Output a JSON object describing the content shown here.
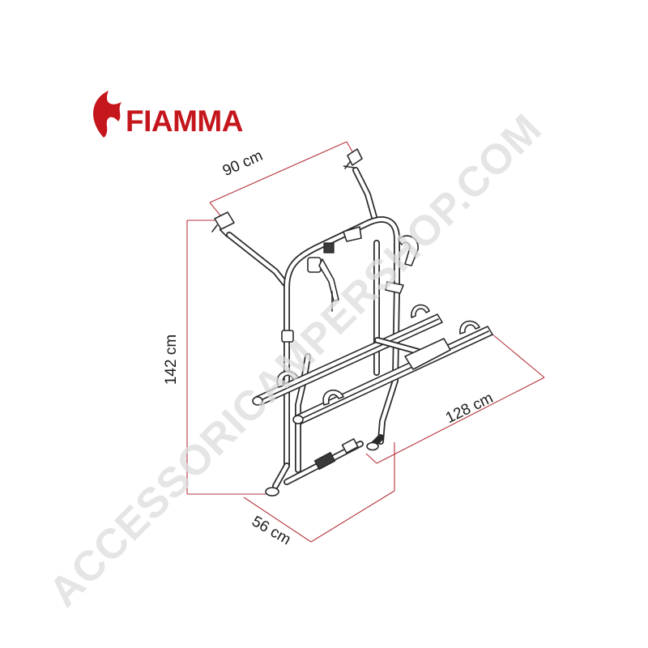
{
  "brand": {
    "name": "FIAMMA",
    "color": "#c4161c"
  },
  "dimensions": {
    "width_top": "90 cm",
    "height": "142 cm",
    "length": "128 cm",
    "depth": "56 cm",
    "line_color": "#b5343c"
  },
  "watermark": {
    "text": "ACCESSORICAMPERSHOP.COM",
    "color": "#dcdcdc"
  },
  "product": {
    "icon": "bike-carrier-rack",
    "line_color": "#2a2a2a"
  }
}
